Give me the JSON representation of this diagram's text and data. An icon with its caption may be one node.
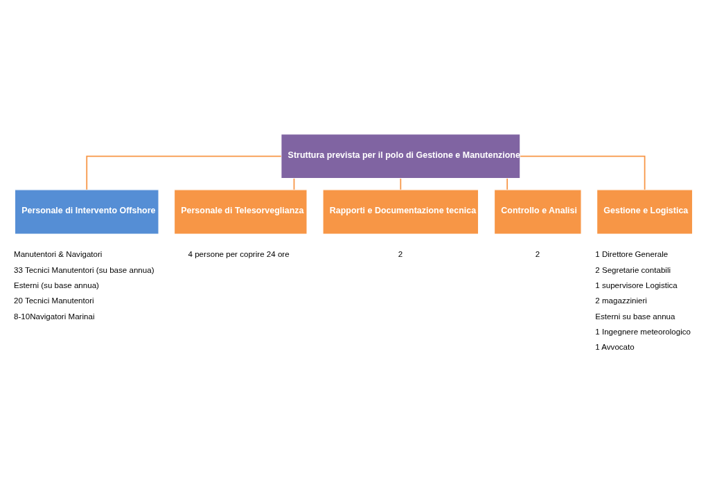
{
  "diagram": {
    "nodes": [
      {
        "text": [
          "Struttura prevista per il polo di Gestione e Manutenzione"
        ]
      },
      {
        "text": [
          "Personale di Intervento Offshore"
        ],
        "beside": [
          "Manutentori & Navigatori",
          "33 Tecnici Manutentori (su base annua)",
          "Esterni (su base annua)",
          "20 Tecnici Manutentori",
          "8-10Navigatori Marinai"
        ]
      },
      {
        "text": [
          "Personale di Telesorveglianza"
        ],
        "beside": [
          "4 persone per coprire 24 ore"
        ]
      },
      {
        "text": [
          "Rapporti e Documentazione tecnica"
        ],
        "beside": [
          "2"
        ]
      },
      {
        "text": [
          "Controllo e Analisi"
        ],
        "beside": [
          "2"
        ]
      },
      {
        "text": [
          "Gestione e Logistica"
        ],
        "beside": [
          "1 Direttore Generale",
          "2 Segretarie contabili",
          "1 supervisore Logistica",
          "2 magazzinieri",
          "Esterni su base annua",
          "1 Ingegnere meteorologico",
          "1 Avvocato"
        ]
      }
    ],
    "edges": [
      {
        "from": 0,
        "to": 1,
        "arrow": "none"
      },
      {
        "from": 0,
        "to": 2,
        "arrow": "none"
      },
      {
        "from": 0,
        "to": 3,
        "arrow": "none"
      },
      {
        "from": 0,
        "to": 4,
        "arrow": "none"
      },
      {
        "from": 0,
        "to": 5,
        "arrow": "none"
      }
    ]
  }
}
